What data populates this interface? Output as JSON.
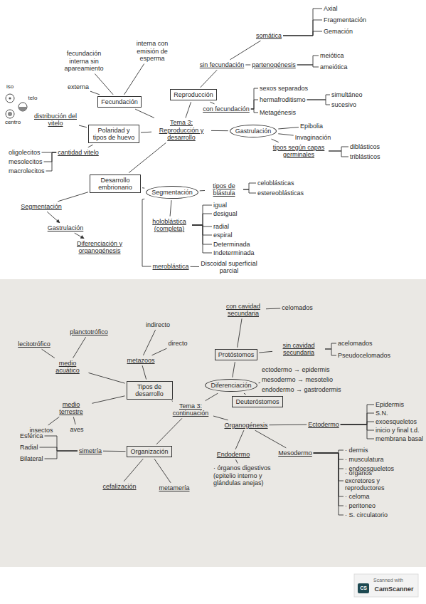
{
  "diagram": {
    "nodes": [
      {
        "text": [
          "Tema 3: Reproducción y desarrollo"
        ]
      },
      {
        "text": [
          "Reproducción"
        ]
      },
      {
        "text": [
          "sin fecundación"
        ]
      },
      {
        "text": [
          "somática"
        ]
      },
      {
        "text": [
          "Axial"
        ]
      },
      {
        "text": [
          "Fragmentación"
        ]
      },
      {
        "text": [
          "Gemación"
        ]
      },
      {
        "text": [
          "partenogénesis"
        ]
      },
      {
        "text": [
          "meiótica"
        ]
      },
      {
        "text": [
          "ameiótica"
        ]
      },
      {
        "text": [
          "con fecundación"
        ]
      },
      {
        "text": [
          "sexos separados"
        ]
      },
      {
        "text": [
          "hermafroditismo"
        ]
      },
      {
        "text": [
          "simultáneo"
        ]
      },
      {
        "text": [
          "sucesivo"
        ]
      },
      {
        "text": [
          "Metagénesis"
        ]
      },
      {
        "text": [
          "Fecundación"
        ]
      },
      {
        "text": [
          "externa"
        ]
      },
      {
        "text": [
          "fecundación interna sin apareamiento"
        ]
      },
      {
        "text": [
          "interna con emisión de esperma"
        ]
      },
      {
        "text": [
          "Polaridad y tipos de huevo"
        ]
      },
      {
        "text": [
          "distribución del vitelo"
        ]
      },
      {
        "text": [
          "cantidad vitelo"
        ]
      },
      {
        "text": [
          "oligolecitos"
        ]
      },
      {
        "text": [
          "mesolecitos"
        ]
      },
      {
        "text": [
          "macrolecitos"
        ]
      },
      {
        "text": [
          "Gastrulación"
        ]
      },
      {
        "text": [
          "Epibolia"
        ]
      },
      {
        "text": [
          "Invaginación"
        ]
      },
      {
        "text": [
          "tipos según capas germinales"
        ]
      },
      {
        "text": [
          "diblásticos"
        ]
      },
      {
        "text": [
          "triblásticos"
        ]
      },
      {
        "text": [
          "Desarrollo embrionario"
        ]
      },
      {
        "text": [
          "Segmentación"
        ]
      },
      {
        "text": [
          "tipos de blástula"
        ]
      },
      {
        "text": [
          "celoblásticas"
        ]
      },
      {
        "text": [
          "estereoblásticas"
        ]
      },
      {
        "text": [
          "holoblástica (completa)"
        ]
      },
      {
        "text": [
          "igual"
        ]
      },
      {
        "text": [
          "desigual"
        ]
      },
      {
        "text": [
          "radial"
        ]
      },
      {
        "text": [
          "espiral"
        ]
      },
      {
        "text": [
          "Determinada"
        ]
      },
      {
        "text": [
          "Indeterminada"
        ]
      },
      {
        "text": [
          "meroblástica"
        ]
      },
      {
        "text": [
          "Discoidal superficial parcial"
        ]
      },
      {
        "text": [
          "Segmentación"
        ]
      },
      {
        "text": [
          "Gastrulación"
        ]
      },
      {
        "text": [
          "Diferenciación y organogénesis"
        ]
      },
      {
        "text": [
          "Tema 3: continuación"
        ]
      },
      {
        "text": [
          "Tipos de desarrollo"
        ]
      },
      {
        "text": [
          "metazoos"
        ]
      },
      {
        "text": [
          "indirecto"
        ]
      },
      {
        "text": [
          "directo"
        ]
      },
      {
        "text": [
          "medio acuático"
        ]
      },
      {
        "text": [
          "lecitotrófico"
        ]
      },
      {
        "text": [
          "planctotrófico"
        ]
      },
      {
        "text": [
          "medio terrestre"
        ]
      },
      {
        "text": [
          "insectos"
        ]
      },
      {
        "text": [
          "aves"
        ]
      },
      {
        "text": [
          "Organización"
        ]
      },
      {
        "text": [
          "simetría"
        ]
      },
      {
        "text": [
          "Esférica"
        ]
      },
      {
        "text": [
          "Radial"
        ]
      },
      {
        "text": [
          "Bilateral"
        ]
      },
      {
        "text": [
          "cefalización"
        ]
      },
      {
        "text": [
          "metamería"
        ]
      },
      {
        "text": [
          "Protóstomos"
        ]
      },
      {
        "text": [
          "con cavidad secundaria"
        ]
      },
      {
        "text": [
          "celomados"
        ]
      },
      {
        "text": [
          "sin cavidad secundaria"
        ]
      },
      {
        "text": [
          "acelomados"
        ]
      },
      {
        "text": [
          "Pseudocelomados"
        ]
      },
      {
        "text": [
          "Diferenciación"
        ]
      },
      {
        "text": [
          "ectodermo → epidermis"
        ]
      },
      {
        "text": [
          "mesodermo → mesotelio"
        ]
      },
      {
        "text": [
          "endodermo → gastrodermis"
        ]
      },
      {
        "text": [
          "Deuteróstomos"
        ]
      },
      {
        "text": [
          "Organogénesis"
        ]
      },
      {
        "text": [
          "Ectodermo"
        ]
      },
      {
        "text": [
          "Epidermis"
        ]
      },
      {
        "text": [
          "S.N."
        ]
      },
      {
        "text": [
          "exoesqueletos"
        ]
      },
      {
        "text": [
          "inicio y final t.d."
        ]
      },
      {
        "text": [
          "membrana basal"
        ]
      },
      {
        "text": [
          "Endodermo"
        ]
      },
      {
        "text": [
          "Mesodermo"
        ]
      },
      {
        "text": [
          "· órganos digestivos (epitelio interno y glándulas anejas)"
        ]
      },
      {
        "text": [
          "· dermis"
        ]
      },
      {
        "text": [
          "· musculatura"
        ]
      },
      {
        "text": [
          "· endoesqueletos"
        ]
      },
      {
        "text": [
          "· órganos excretores y reproductores"
        ]
      },
      {
        "text": [
          "· celoma"
        ]
      },
      {
        "text": [
          "· peritoneo"
        ]
      },
      {
        "text": [
          "· S. circulatorio"
        ]
      }
    ],
    "edges": [
      {
        "from": 0,
        "to": 1,
        "arrow": "none"
      },
      {
        "from": 1,
        "to": 2,
        "arrow": "none"
      },
      {
        "from": 2,
        "to": 3,
        "arrow": "none"
      },
      {
        "from": 3,
        "to": 4,
        "arrow": "none"
      },
      {
        "from": 3,
        "to": 5,
        "arrow": "none"
      },
      {
        "from": 3,
        "to": 6,
        "arrow": "none"
      },
      {
        "from": 2,
        "to": 7,
        "arrow": "none"
      },
      {
        "from": 7,
        "to": 8,
        "arrow": "none"
      },
      {
        "from": 7,
        "to": 9,
        "arrow": "none"
      },
      {
        "from": 1,
        "to": 10,
        "arrow": "none"
      },
      {
        "from": 10,
        "to": 11,
        "arrow": "none"
      },
      {
        "from": 10,
        "to": 12,
        "arrow": "none"
      },
      {
        "from": 12,
        "to": 13,
        "arrow": "none"
      },
      {
        "from": 12,
        "to": 14,
        "arrow": "none"
      },
      {
        "from": 10,
        "to": 15,
        "arrow": "none"
      },
      {
        "from": 0,
        "to": 16,
        "arrow": "none"
      },
      {
        "from": 16,
        "to": 17,
        "arrow": "none"
      },
      {
        "from": 16,
        "to": 18,
        "arrow": "none"
      },
      {
        "from": 16,
        "to": 19,
        "arrow": "none"
      },
      {
        "from": 0,
        "to": 20,
        "arrow": "none"
      },
      {
        "from": 20,
        "to": 21,
        "arrow": "none"
      },
      {
        "from": 20,
        "to": 22,
        "arrow": "none"
      },
      {
        "from": 22,
        "to": 23,
        "arrow": "none"
      },
      {
        "from": 22,
        "to": 24,
        "arrow": "none"
      },
      {
        "from": 22,
        "to": 25,
        "arrow": "none"
      },
      {
        "from": 0,
        "to": 26,
        "arrow": "none"
      },
      {
        "from": 26,
        "to": 27,
        "arrow": "none"
      },
      {
        "from": 26,
        "to": 28,
        "arrow": "none"
      },
      {
        "from": 26,
        "to": 29,
        "arrow": "none"
      },
      {
        "from": 29,
        "to": 30,
        "arrow": "none"
      },
      {
        "from": 29,
        "to": 31,
        "arrow": "none"
      },
      {
        "from": 0,
        "to": 32,
        "arrow": "none"
      },
      {
        "from": 32,
        "to": 33,
        "arrow": "none"
      },
      {
        "from": 33,
        "to": 34,
        "arrow": "none"
      },
      {
        "from": 34,
        "to": 35,
        "arrow": "none"
      },
      {
        "from": 34,
        "to": 36,
        "arrow": "none"
      },
      {
        "from": 33,
        "to": 37,
        "arrow": "none"
      },
      {
        "from": 37,
        "to": 38,
        "arrow": "none"
      },
      {
        "from": 37,
        "to": 39,
        "arrow": "none"
      },
      {
        "from": 37,
        "to": 40,
        "arrow": "none"
      },
      {
        "from": 37,
        "to": 41,
        "arrow": "none"
      },
      {
        "from": 37,
        "to": 42,
        "arrow": "none"
      },
      {
        "from": 37,
        "to": 43,
        "arrow": "none"
      },
      {
        "from": 33,
        "to": 44,
        "arrow": "none"
      },
      {
        "from": 44,
        "to": 45,
        "arrow": "none"
      },
      {
        "from": 32,
        "to": 46,
        "arrow": "none"
      },
      {
        "from": 46,
        "to": 47,
        "arrow": "to"
      },
      {
        "from": 47,
        "to": 48,
        "arrow": "to"
      },
      {
        "from": 49,
        "to": 50,
        "arrow": "none"
      },
      {
        "from": 50,
        "to": 51,
        "arrow": "none"
      },
      {
        "from": 51,
        "to": 52,
        "arrow": "none"
      },
      {
        "from": 51,
        "to": 53,
        "arrow": "none"
      },
      {
        "from": 50,
        "to": 54,
        "arrow": "none"
      },
      {
        "from": 54,
        "to": 55,
        "arrow": "none"
      },
      {
        "from": 54,
        "to": 56,
        "arrow": "none"
      },
      {
        "from": 50,
        "to": 57,
        "arrow": "none"
      },
      {
        "from": 57,
        "to": 58,
        "arrow": "none"
      },
      {
        "from": 57,
        "to": 59,
        "arrow": "none"
      },
      {
        "from": 49,
        "to": 60,
        "arrow": "none"
      },
      {
        "from": 60,
        "to": 61,
        "arrow": "none"
      },
      {
        "from": 61,
        "to": 62,
        "arrow": "none"
      },
      {
        "from": 61,
        "to": 63,
        "arrow": "none"
      },
      {
        "from": 61,
        "to": 64,
        "arrow": "none"
      },
      {
        "from": 60,
        "to": 65,
        "arrow": "none"
      },
      {
        "from": 60,
        "to": 66,
        "arrow": "none"
      },
      {
        "from": 49,
        "to": 73,
        "arrow": "none"
      },
      {
        "from": 73,
        "to": 67,
        "arrow": "none"
      },
      {
        "from": 67,
        "to": 68,
        "arrow": "none"
      },
      {
        "from": 68,
        "to": 69,
        "arrow": "none"
      },
      {
        "from": 67,
        "to": 70,
        "arrow": "none"
      },
      {
        "from": 70,
        "to": 71,
        "arrow": "none"
      },
      {
        "from": 70,
        "to": 72,
        "arrow": "none"
      },
      {
        "from": 73,
        "to": 75,
        "arrow": "none"
      },
      {
        "from": 73,
        "to": 77,
        "arrow": "none"
      },
      {
        "from": 49,
        "to": 78,
        "arrow": "none"
      },
      {
        "from": 78,
        "to": 79,
        "arrow": "none"
      },
      {
        "from": 79,
        "to": 80,
        "arrow": "none"
      },
      {
        "from": 79,
        "to": 81,
        "arrow": "none"
      },
      {
        "from": 79,
        "to": 82,
        "arrow": "none"
      },
      {
        "from": 79,
        "to": 83,
        "arrow": "none"
      },
      {
        "from": 79,
        "to": 84,
        "arrow": "none"
      },
      {
        "from": 78,
        "to": 85,
        "arrow": "none"
      },
      {
        "from": 78,
        "to": 86,
        "arrow": "none"
      },
      {
        "from": 85,
        "to": 87,
        "arrow": "none"
      },
      {
        "from": 86,
        "to": 88,
        "arrow": "none"
      },
      {
        "from": 86,
        "to": 89,
        "arrow": "none"
      },
      {
        "from": 86,
        "to": 90,
        "arrow": "none"
      },
      {
        "from": 86,
        "to": 91,
        "arrow": "none"
      },
      {
        "from": 86,
        "to": 92,
        "arrow": "none"
      },
      {
        "from": 86,
        "to": 93,
        "arrow": "none"
      },
      {
        "from": 86,
        "to": 94,
        "arrow": "none"
      }
    ],
    "labels": [
      "iso",
      "telo",
      "centro",
      "Scanned with",
      "CS",
      "CamScanner"
    ]
  }
}
